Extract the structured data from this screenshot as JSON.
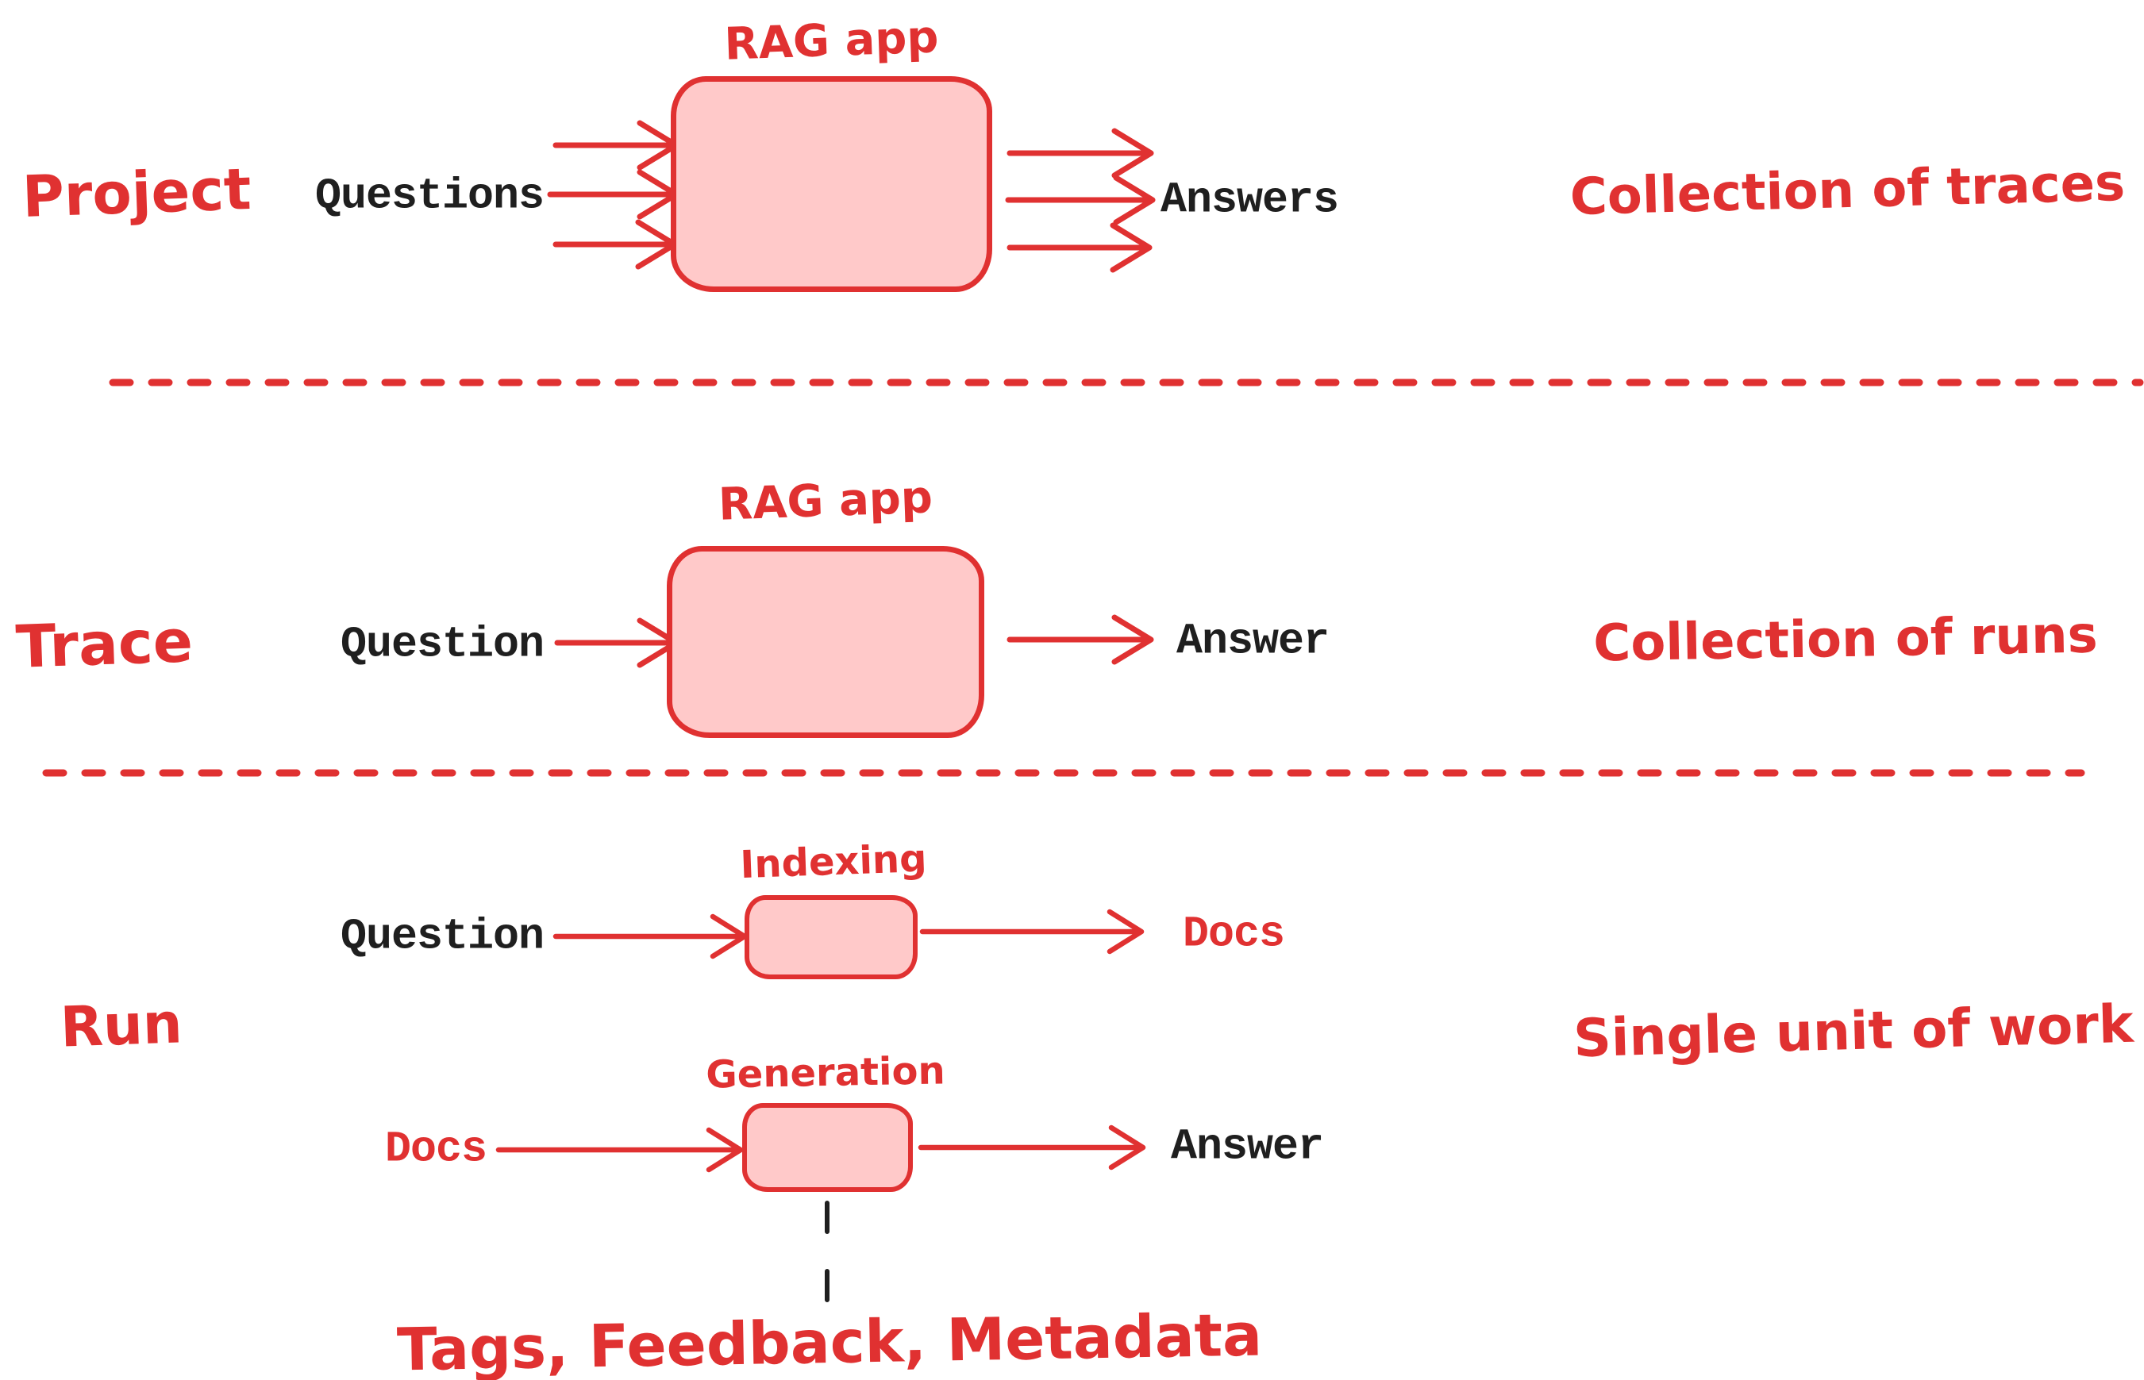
{
  "palette": {
    "red": "#e03131",
    "pink_fill": "#ffc9c9",
    "ink": "#1f1f1f",
    "bg": "#ffffff"
  },
  "sections": {
    "project": {
      "row_label": "Project",
      "app_label": "RAG app",
      "input_label": "Questions",
      "output_label": "Answers",
      "right_note": "Collection of traces"
    },
    "trace": {
      "row_label": "Trace",
      "app_label": "RAG app",
      "input_label": "Question",
      "output_label": "Answer",
      "right_note": "Collection of runs"
    },
    "run": {
      "row_label": "Run",
      "right_note": "Single unit of work",
      "indexing": {
        "box_label": "Indexing",
        "input_label": "Question",
        "output_label": "Docs"
      },
      "generation": {
        "box_label": "Generation",
        "input_label": "Docs",
        "output_label": "Answer"
      },
      "annotation": "Tags, Feedback, Metadata"
    }
  }
}
